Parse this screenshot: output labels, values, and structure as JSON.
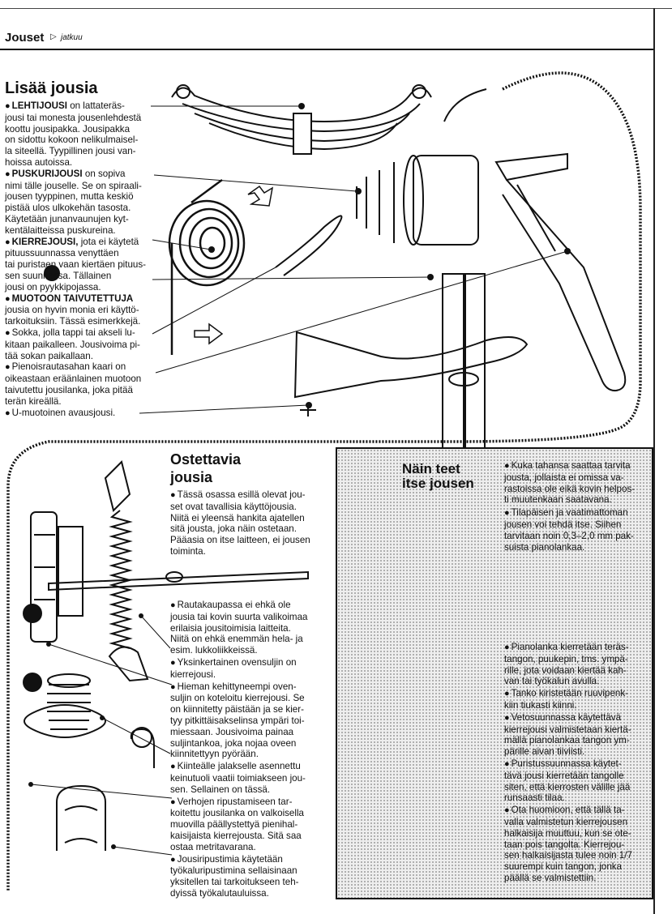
{
  "header": {
    "section_title": "Jouset",
    "continued": "jatkuu",
    "arrow_icon": "triangle-right-icon"
  },
  "lisaa": {
    "title": "Lisää jousia",
    "items": [
      {
        "term": "LEHTIJOUSI",
        "lines": [
          "on lattateräs-",
          "jousi tai monesta jousenlehdestä",
          "koottu jousipakka. Jousipakka",
          "on sidottu kokoon nelikulmaisel-",
          "la siteellä. Tyypillinen jousi van-",
          "hoissa autoissa."
        ]
      },
      {
        "term": "PUSKURIJOUSI",
        "lines": [
          "on sopiva",
          "nimi tälle jouselle. Se on spiraali-",
          "jousen tyyppinen, mutta keskiö",
          "pistää ulos ulkokehän tasosta.",
          "Käytetään junanvaunujen kyt-",
          "kentälaitteissa puskureina."
        ]
      },
      {
        "term": "KIERREJOUSI,",
        "lines": [
          "jota ei käytetä",
          "pituussuunnassa venyttäen",
          "tai puristaen vaan kiertäen pituus-",
          "sen suunnassa. Tällainen",
          "jousi on pyykkipojassa."
        ]
      },
      {
        "term": "MUOTOON TAIVUTETTUJA",
        "lines": [
          "",
          "jousia on hyvin monia eri käyttö-",
          "tarkoituksiin. Tässä esimerkkejä."
        ]
      },
      {
        "term": "",
        "lines": [
          "Sokka, jolla tappi tai akseli lu-",
          "kitaan paikalleen. Jousivoima pi-",
          "tää sokan paikallaan."
        ]
      },
      {
        "term": "",
        "lines": [
          "Pienoisrautasahan kaari on",
          "oikeastaan eräänlainen muotoon",
          "taivutettu jousilanka, joka pitää",
          "terän kireällä."
        ]
      },
      {
        "term": "",
        "lines": [
          "U-muotoinen avausjousi."
        ]
      }
    ]
  },
  "ostettavia": {
    "title_line1": "Ostettavia",
    "title_line2": "jousia",
    "intro": [
      "Tässä osassa esillä olevat jou-",
      "set ovat tavallisia käyttöjousia.",
      "Niitä ei yleensä hankita ajatellen",
      "sitä jousta, joka näin ostetaan.",
      "Pääasia on itse laitteen, ei jousen",
      "toiminta."
    ],
    "items": [
      [
        "Rautakaupassa ei ehkä ole",
        "jousia tai kovin suurta valikoimaa",
        "erilaisia jousitoimisia laitteita.",
        "Niitä on ehkä enemmän hela- ja",
        "esim. lukkoliikkeissä."
      ],
      [
        "Yksinkertainen ovensuljin on",
        "kierrejousi."
      ],
      [
        "Hieman kehittyneempi oven-",
        "suljin on koteloitu kierrejousi. Se",
        "on kiinnitetty päistään ja se kier-",
        "tyy pitkittäisakselinsa ympäri toi-",
        "miessaan. Jousivoima painaa",
        "suljintankoa, joka nojaa oveen",
        "kiinnitettyyn pyörään."
      ],
      [
        "Kiinteälle jalakselle asennettu",
        "keinutuoli vaatii toimiakseen jou-",
        "sen. Sellainen on tässä."
      ],
      [
        "Verhojen ripustamiseen tar-",
        "koitettu jousilanka on valkoisella",
        "muovilla päällystettyä pienihal-",
        "kaisijaista kierrejousta. Sitä saa",
        "ostaa metritavarana."
      ],
      [
        "Jousiripustimia käytetään",
        "työkaluripustimina sellaisinaan",
        "yksitellen tai tarkoitukseen teh-",
        "dyissä työkalutauluissa."
      ]
    ]
  },
  "nain": {
    "title_line1": "Näin teet",
    "title_line2": "itse jousen",
    "top_items": [
      [
        "Kuka tahansa saattaa tarvita",
        "jousta, jollaista ei omissa va-",
        "rastoissa ole eikä kovin helpos-",
        "ti muutenkaan saatavana."
      ],
      [
        "Tilapäisen ja vaatimattoman",
        "jousen voi tehdä itse. Siihen",
        "tarvitaan noin 0,3–2,0 mm pak-",
        "suista pianolankaa."
      ]
    ],
    "lower_items": [
      [
        "Pianolanka kierretään teräs-",
        "tangon, puukepin, tms. ympä-",
        "rille, jota voidaan kiertää kah-",
        "van tai työkalun avulla."
      ],
      [
        "Tanko kiristetään ruuvipenk-",
        "kiin tiukasti kiinni."
      ],
      [
        "Vetosuunnassa käytettävä",
        "kierrejousi valmistetaan kiertä-",
        "mällä pianolankaa tangon ym-",
        "pärille aivan tiiviisti."
      ],
      [
        "Puristussuunnassa käytet-",
        "tävä jousi kierretään tangolle",
        "siten, että kierrosten välille jää",
        "runsaasti tilaa."
      ],
      [
        "Ota huomioon, että tällä ta-",
        "valla valmistetun kierrejousen",
        "halkaisija muuttuu, kun se ote-",
        "taan pois tangolta. Kierrejou-",
        "sen halkaisijasta tulee noin 1/7",
        "suurempi kuin tangon, jonka",
        "päällä se valmistettiin."
      ]
    ]
  },
  "illustration_icons": [
    "leaf-spring-icon",
    "buffer-spring-icon",
    "torsion-spring-icon",
    "cotter-pin-icon",
    "hacksaw-frame-icon",
    "clothespin-icon",
    "pliers-icon",
    "door-closer-icon",
    "door-spring-icon",
    "coil-mount-icon",
    "hook-icon",
    "curtain-wire-icon",
    "spring-clip-icon",
    "bench-vise-icon",
    "winding-rod-icon",
    "tension-spring-icon",
    "compression-spring-icon"
  ]
}
